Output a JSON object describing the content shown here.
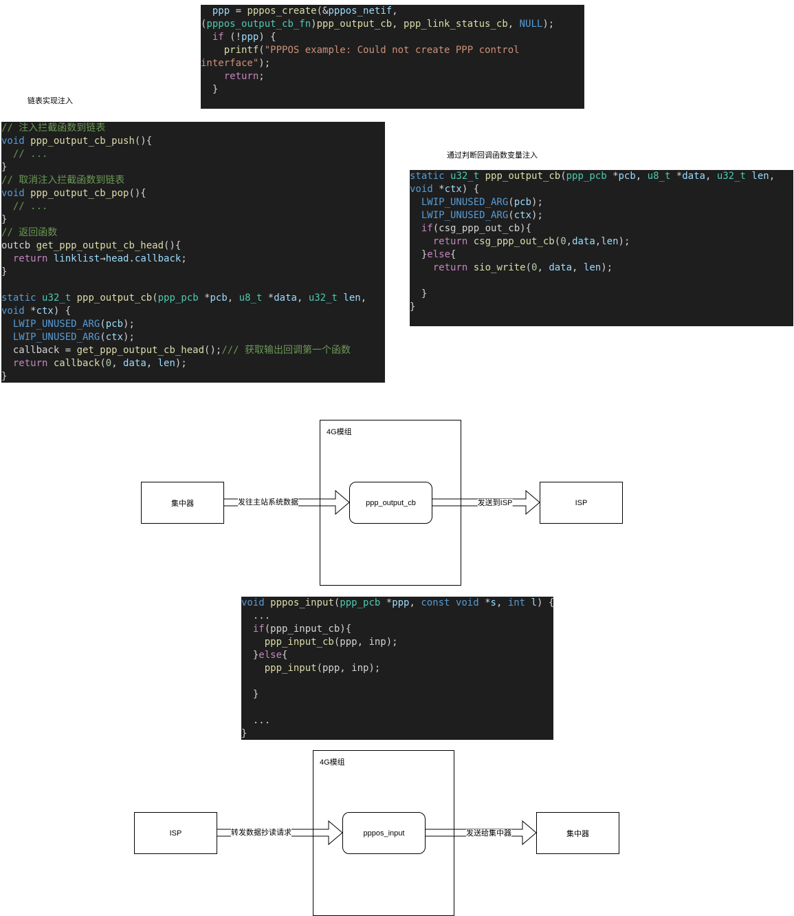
{
  "labels": {
    "linklist_injection": "链表实现注入",
    "variable_injection": "通过判断回调函数变量注入"
  },
  "code_blocks": {
    "pppos_create": [
      [
        [
          "p",
          "  "
        ],
        [
          "v",
          "ppp"
        ],
        [
          "p",
          " = "
        ],
        [
          "f",
          "pppos_create"
        ],
        [
          "p",
          "(&"
        ],
        [
          "v",
          "pppos_netif"
        ],
        [
          "p",
          ","
        ]
      ],
      [
        [
          "p",
          "("
        ],
        [
          "t",
          "pppos_output_cb_fn"
        ],
        [
          "p",
          ")"
        ],
        [
          "f",
          "ppp_output_cb"
        ],
        [
          "p",
          ", "
        ],
        [
          "f",
          "ppp_link_status_cb"
        ],
        [
          "p",
          ", "
        ],
        [
          "k",
          "NULL"
        ],
        [
          "p",
          ");"
        ]
      ],
      [
        [
          "p",
          "  "
        ],
        [
          "c",
          "if"
        ],
        [
          "p",
          " (!"
        ],
        [
          "v",
          "ppp"
        ],
        [
          "p",
          ") {"
        ]
      ],
      [
        [
          "p",
          "    "
        ],
        [
          "f",
          "printf"
        ],
        [
          "p",
          "("
        ],
        [
          "s",
          "\"PPPOS example: Could not create PPP control"
        ]
      ],
      [
        [
          "s",
          "interface\""
        ],
        [
          "p",
          ");"
        ]
      ],
      [
        [
          "p",
          "    "
        ],
        [
          "c",
          "return"
        ],
        [
          "p",
          ";"
        ]
      ],
      [
        [
          "p",
          "  }"
        ]
      ]
    ],
    "linklist": [
      [
        [
          "m",
          "// 注入拦截函数到链表"
        ]
      ],
      [
        [
          "k",
          "void"
        ],
        [
          "p",
          " "
        ],
        [
          "f",
          "ppp_output_cb_push"
        ],
        [
          "p",
          "(){"
        ]
      ],
      [
        [
          "m",
          "  // ..."
        ]
      ],
      [
        [
          "p",
          "}"
        ]
      ],
      [
        [
          "m",
          "// 取消注入拦截函数到链表"
        ]
      ],
      [
        [
          "k",
          "void"
        ],
        [
          "p",
          " "
        ],
        [
          "f",
          "ppp_output_cb_pop"
        ],
        [
          "p",
          "(){"
        ]
      ],
      [
        [
          "m",
          "  // ..."
        ]
      ],
      [
        [
          "p",
          "}"
        ]
      ],
      [
        [
          "m",
          "// 返回函数"
        ]
      ],
      [
        [
          "p",
          "outcb "
        ],
        [
          "f",
          "get_ppp_output_cb_head"
        ],
        [
          "p",
          "(){"
        ]
      ],
      [
        [
          "p",
          "  "
        ],
        [
          "c",
          "return"
        ],
        [
          "p",
          " "
        ],
        [
          "v",
          "linklist"
        ],
        [
          "p",
          "→"
        ],
        [
          "v",
          "head"
        ],
        [
          "p",
          "."
        ],
        [
          "v",
          "callback"
        ],
        [
          "p",
          ";"
        ]
      ],
      [
        [
          "p",
          "}"
        ]
      ],
      [
        [
          "p",
          ""
        ]
      ],
      [
        [
          "k",
          "static"
        ],
        [
          "p",
          " "
        ],
        [
          "t",
          "u32_t"
        ],
        [
          "p",
          " "
        ],
        [
          "f",
          "ppp_output_cb"
        ],
        [
          "p",
          "("
        ],
        [
          "t",
          "ppp_pcb"
        ],
        [
          "p",
          " *"
        ],
        [
          "v",
          "pcb"
        ],
        [
          "p",
          ", "
        ],
        [
          "t",
          "u8_t"
        ],
        [
          "p",
          " *"
        ],
        [
          "v",
          "data"
        ],
        [
          "p",
          ", "
        ],
        [
          "t",
          "u32_t"
        ],
        [
          "p",
          " "
        ],
        [
          "v",
          "len"
        ],
        [
          "p",
          ","
        ]
      ],
      [
        [
          "k",
          "void"
        ],
        [
          "p",
          " *"
        ],
        [
          "v",
          "ctx"
        ],
        [
          "p",
          ") {"
        ]
      ],
      [
        [
          "p",
          "  "
        ],
        [
          "k",
          "LWIP_UNUSED_ARG"
        ],
        [
          "p",
          "("
        ],
        [
          "v",
          "pcb"
        ],
        [
          "p",
          ");"
        ]
      ],
      [
        [
          "p",
          "  "
        ],
        [
          "k",
          "LWIP_UNUSED_ARG"
        ],
        [
          "p",
          "("
        ],
        [
          "v",
          "ctx"
        ],
        [
          "p",
          ");"
        ]
      ],
      [
        [
          "p",
          "  callback = "
        ],
        [
          "f",
          "get_ppp_output_cb_head"
        ],
        [
          "p",
          "();"
        ],
        [
          "m",
          "/// 获取输出回调第一个函数"
        ]
      ],
      [
        [
          "p",
          "  "
        ],
        [
          "c",
          "return"
        ],
        [
          "p",
          " "
        ],
        [
          "f",
          "callback"
        ],
        [
          "p",
          "("
        ],
        [
          "n",
          "0"
        ],
        [
          "p",
          ", "
        ],
        [
          "v",
          "data"
        ],
        [
          "p",
          ", "
        ],
        [
          "v",
          "len"
        ],
        [
          "p",
          ");"
        ]
      ],
      [
        [
          "p",
          "}"
        ]
      ]
    ],
    "variable": [
      [
        [
          "k",
          "static"
        ],
        [
          "p",
          " "
        ],
        [
          "t",
          "u32_t"
        ],
        [
          "p",
          " "
        ],
        [
          "f",
          "ppp_output_cb"
        ],
        [
          "p",
          "("
        ],
        [
          "t",
          "ppp_pcb"
        ],
        [
          "p",
          " *"
        ],
        [
          "v",
          "pcb"
        ],
        [
          "p",
          ", "
        ],
        [
          "t",
          "u8_t"
        ],
        [
          "p",
          " *"
        ],
        [
          "v",
          "data"
        ],
        [
          "p",
          ", "
        ],
        [
          "t",
          "u32_t"
        ],
        [
          "p",
          " "
        ],
        [
          "v",
          "len"
        ],
        [
          "p",
          ","
        ]
      ],
      [
        [
          "k",
          "void"
        ],
        [
          "p",
          " *"
        ],
        [
          "v",
          "ctx"
        ],
        [
          "p",
          ") {"
        ]
      ],
      [
        [
          "p",
          "  "
        ],
        [
          "k",
          "LWIP_UNUSED_ARG"
        ],
        [
          "p",
          "("
        ],
        [
          "v",
          "pcb"
        ],
        [
          "p",
          ");"
        ]
      ],
      [
        [
          "p",
          "  "
        ],
        [
          "k",
          "LWIP_UNUSED_ARG"
        ],
        [
          "p",
          "("
        ],
        [
          "v",
          "ctx"
        ],
        [
          "p",
          ");"
        ]
      ],
      [
        [
          "p",
          "  "
        ],
        [
          "c",
          "if"
        ],
        [
          "p",
          "(csg_ppp_out_cb){"
        ]
      ],
      [
        [
          "p",
          "    "
        ],
        [
          "c",
          "return"
        ],
        [
          "p",
          " "
        ],
        [
          "f",
          "csg_ppp_out_cb"
        ],
        [
          "p",
          "("
        ],
        [
          "n",
          "0"
        ],
        [
          "p",
          ","
        ],
        [
          "v",
          "data"
        ],
        [
          "p",
          ","
        ],
        [
          "v",
          "len"
        ],
        [
          "p",
          ");"
        ]
      ],
      [
        [
          "p",
          "  }"
        ],
        [
          "c",
          "else"
        ],
        [
          "p",
          "{"
        ]
      ],
      [
        [
          "p",
          "    "
        ],
        [
          "c",
          "return"
        ],
        [
          "p",
          " "
        ],
        [
          "f",
          "sio_write"
        ],
        [
          "p",
          "("
        ],
        [
          "n",
          "0"
        ],
        [
          "p",
          ", "
        ],
        [
          "v",
          "data"
        ],
        [
          "p",
          ", "
        ],
        [
          "v",
          "len"
        ],
        [
          "p",
          ");"
        ]
      ],
      [
        [
          "p",
          ""
        ]
      ],
      [
        [
          "p",
          "  }"
        ]
      ],
      [
        [
          "p",
          "}"
        ]
      ]
    ],
    "pppos_input": [
      [
        [
          "k",
          "void"
        ],
        [
          "p",
          " "
        ],
        [
          "f",
          "pppos_input"
        ],
        [
          "p",
          "("
        ],
        [
          "t",
          "ppp_pcb"
        ],
        [
          "p",
          " *"
        ],
        [
          "v",
          "ppp"
        ],
        [
          "p",
          ", "
        ],
        [
          "k",
          "const"
        ],
        [
          "p",
          " "
        ],
        [
          "k",
          "void"
        ],
        [
          "p",
          " *"
        ],
        [
          "v",
          "s"
        ],
        [
          "p",
          ", "
        ],
        [
          "k",
          "int"
        ],
        [
          "p",
          " "
        ],
        [
          "v",
          "l"
        ],
        [
          "p",
          ") {"
        ]
      ],
      [
        [
          "p",
          "  ..."
        ]
      ],
      [
        [
          "p",
          "  "
        ],
        [
          "c",
          "if"
        ],
        [
          "p",
          "(ppp_input_cb){"
        ]
      ],
      [
        [
          "p",
          "    "
        ],
        [
          "f",
          "ppp_input_cb"
        ],
        [
          "p",
          "(ppp, inp);"
        ]
      ],
      [
        [
          "p",
          "  }"
        ],
        [
          "c",
          "else"
        ],
        [
          "p",
          "{"
        ]
      ],
      [
        [
          "p",
          "    "
        ],
        [
          "f",
          "ppp_input"
        ],
        [
          "p",
          "(ppp, inp);"
        ]
      ],
      [
        [
          "p",
          ""
        ]
      ],
      [
        [
          "p",
          "  }"
        ]
      ],
      [
        [
          "p",
          ""
        ]
      ],
      [
        [
          "p",
          "  ..."
        ]
      ],
      [
        [
          "p",
          "}"
        ]
      ]
    ]
  },
  "diagram_output": {
    "module_label": "4G模组",
    "source": "集中器",
    "process": "ppp_output_cb",
    "target": "ISP",
    "edge_in": "发往主站系统数据",
    "edge_out": "发送到ISP"
  },
  "diagram_input": {
    "module_label": "4G模组",
    "source": "ISP",
    "process": "pppos_input",
    "target": "集中器",
    "edge_in": "转发数据抄读请求",
    "edge_out": "发送给集中器"
  }
}
